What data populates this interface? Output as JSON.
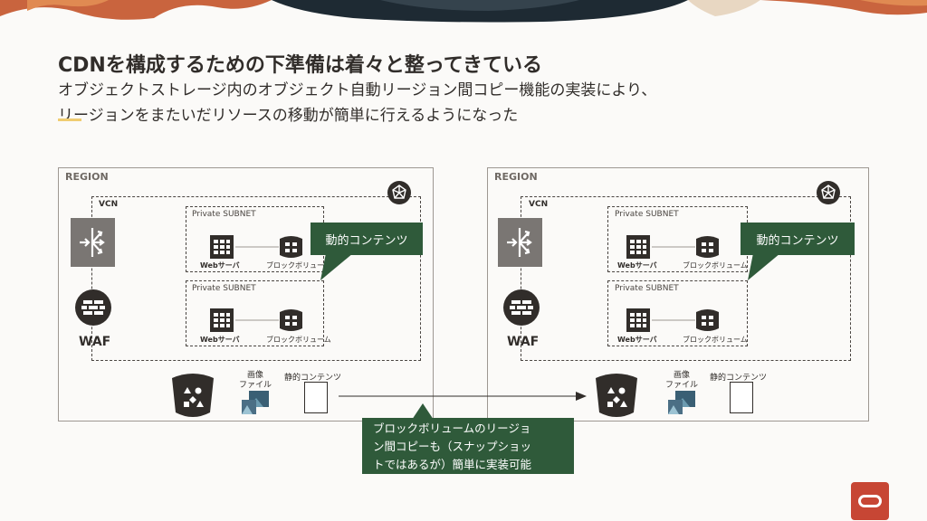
{
  "slide": {
    "title": "CDNを構成するための下準備は着々と整ってきている",
    "subtitle_line1": "オブジェクトストレージ内のオブジェクト自動リージョン間コピー機能の実装により、",
    "subtitle_line2": "リージョンをまたいだリソースの移動が簡単に行えるようになった"
  },
  "regions": [
    {
      "label": "REGION",
      "vcn_label": "VCN",
      "subnets": [
        {
          "label": "Private SUBNET",
          "server_label": "Webサーバ",
          "volume_label": "ブロックボリューム"
        },
        {
          "label": "Private SUBNET",
          "server_label": "Webサーバ",
          "volume_label": "ブロックボリューム"
        }
      ],
      "waf_label": "WAF",
      "dynamic_bubble": "動的コンテンツ",
      "image_label_line1": "画像",
      "image_label_line2": "ファイル",
      "static_label": "静的コンテンツ"
    },
    {
      "label": "REGION",
      "vcn_label": "VCN",
      "subnets": [
        {
          "label": "Private SUBNET",
          "server_label": "Webサーバ",
          "volume_label": "ブロックボリューム"
        },
        {
          "label": "Private SUBNET",
          "server_label": "Webサーバ",
          "volume_label": "ブロックボリューム"
        }
      ],
      "waf_label": "WAF",
      "dynamic_bubble": "動的コンテンツ",
      "image_label_line1": "画像",
      "image_label_line2": "ファイル",
      "static_label": "静的コンテンツ"
    }
  ],
  "callout": {
    "line1": "ブロックボリュームのリージョ",
    "line2": "ン間コピーも（スナップショッ",
    "line3": "トではあるが）簡単に実装可能"
  },
  "icons": {
    "banner": "abstract-pattern-banner",
    "load_balancer": "load-balancer-icon",
    "waf": "waf-firewall-icon",
    "router": "dynamic-routing-gateway-icon",
    "web_server": "compute-server-icon",
    "block_volume": "block-volume-icon",
    "object_storage": "object-storage-bucket-icon",
    "image_file": "image-file-icon",
    "static_doc": "document-icon",
    "oracle_logo": "oracle-logo-icon"
  },
  "colors": {
    "accent_green": "#2f5a3a",
    "oracle_red": "#c74634",
    "icon_gray": "#7a7673",
    "dark_icon": "#312d2a",
    "underline_gold": "#f0cc71"
  }
}
